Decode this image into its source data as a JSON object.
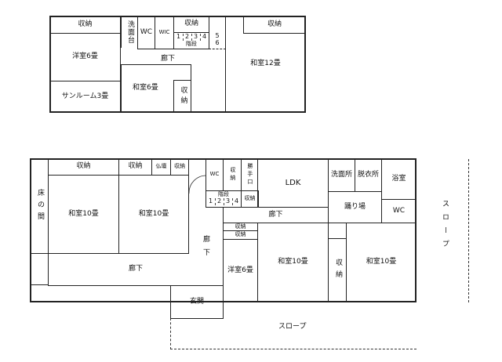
{
  "upper": {
    "storage_left": "収納",
    "western_6": "洋室6畳",
    "sunroom_3": "サンルーム3畳",
    "washbasin": "洗面台",
    "wc": "WC",
    "wic": "WIC",
    "storage_mid": "収納",
    "stairs_label": "階段",
    "stair_numbers": [
      "1",
      "2",
      "3",
      "4",
      "5",
      "6"
    ],
    "hallway": "廊下",
    "japanese_6": "和室6畳",
    "storage_small": "収納",
    "japanese_12": "和室12畳",
    "storage_right": "収納"
  },
  "lower": {
    "tokonoma": "床の間",
    "storage_1": "収納",
    "japanese_10_a": "和室10畳",
    "storage_2": "収納",
    "butsudan": "仏壇",
    "storage_3": "収納",
    "japanese_10_b": "和室10畳",
    "hallway_main": "廊下",
    "hallway_vertical": "廊下",
    "wc_1": "WC",
    "storage_4": "収納",
    "back_door": "勝手口",
    "stairs_label": "階段",
    "stair_numbers": [
      "1",
      "2",
      "3",
      "4"
    ],
    "storage_5": "収納",
    "entrance": "玄関",
    "storage_6": "収納",
    "storage_7": "収納",
    "western_6": "洋室6畳",
    "ldk": "LDK",
    "hallway_east": "廊下",
    "washroom": "洗面所",
    "dressing": "脱衣所",
    "bathroom": "浴室",
    "landing": "踊り場",
    "wc_2": "WC",
    "japanese_10_c": "和室10畳",
    "storage_8": "収納",
    "japanese_10_d": "和室10畳",
    "slope_bottom": "スロープ",
    "slope_right": "スロープ"
  }
}
